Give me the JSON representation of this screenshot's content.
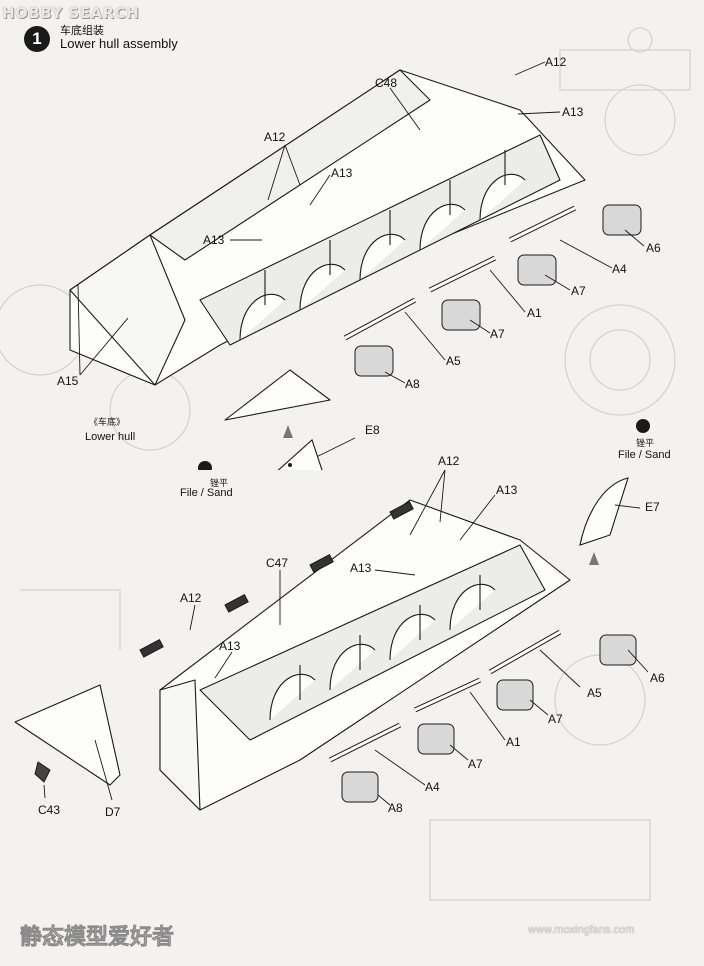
{
  "watermark": {
    "top_text": "HOBBY SEARCH",
    "bottom_text": "静态模型爱好者",
    "bottom_url": "www.moxingfans.com"
  },
  "step": {
    "number": "1",
    "title_cn": "车底组装",
    "title_en": "Lower hull assembly"
  },
  "upper_diagram": {
    "labels": {
      "a12_top": "A12",
      "a13_top": "A13",
      "c48": "C48",
      "a12_left": "A12",
      "a13_mid": "A13",
      "a13_left": "A13",
      "a6": "A6",
      "a4": "A4",
      "a7_right": "A7",
      "a1": "A1",
      "a7_mid": "A7",
      "a5": "A5",
      "a8": "A8",
      "a15": "A15",
      "e8": "E8"
    },
    "part_cn": "《车底》",
    "part_en": "Lower hull",
    "file_sand_cn": "锉平",
    "file_sand_en": "File / Sand"
  },
  "lower_diagram": {
    "labels": {
      "a12_top": "A12",
      "a13_top": "A13",
      "a13_mid": "A13",
      "c47": "C47",
      "a12_left": "A12",
      "a13_left": "A13",
      "e7": "E7",
      "a6": "A6",
      "a5": "A5",
      "a7_right": "A7",
      "a1": "A1",
      "a7_mid": "A7",
      "a4": "A4",
      "a8": "A8",
      "c43": "C43",
      "d7": "D7"
    },
    "file_sand_cn": "锉平",
    "file_sand_en": "File / Sand"
  },
  "colors": {
    "ink": "#111111",
    "paper": "#f4f2ee",
    "ghost": "#c9c9c9"
  }
}
